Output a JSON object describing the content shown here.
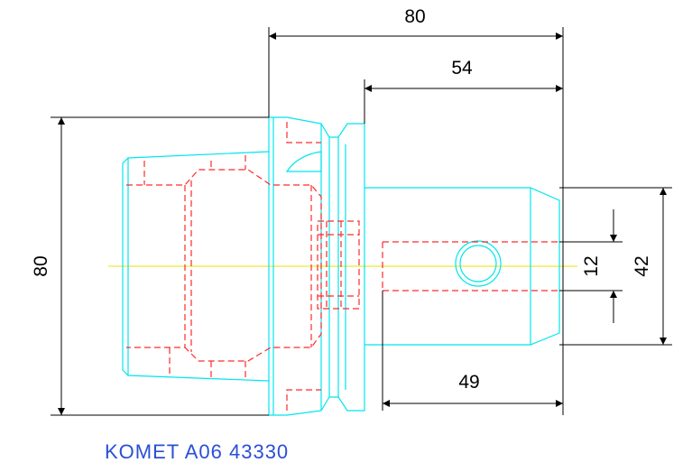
{
  "colors": {
    "outline": "#00e5ee",
    "hidden": "#ff2a2a",
    "centerline": "#e6e600",
    "dimension": "#000000",
    "caption": "#2a4fd6"
  },
  "dimensions": {
    "overall_length": "80",
    "shank_length": "54",
    "bore_depth": "49",
    "flange_diameter": "80",
    "bore_diameter": "12",
    "shank_diameter": "42"
  },
  "caption": "KOMET A06 43330"
}
